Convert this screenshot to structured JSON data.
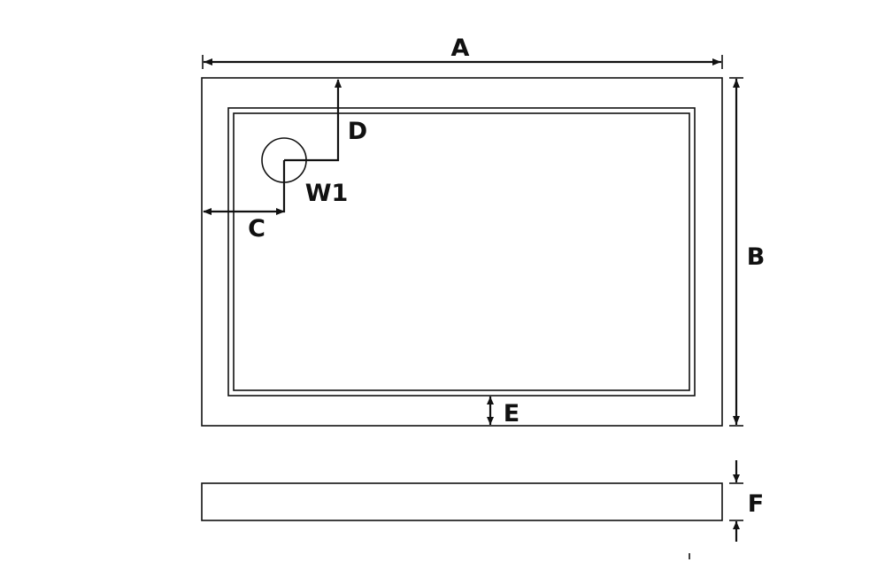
{
  "labels": {
    "a": "A",
    "b": "B",
    "c": "C",
    "d": "D",
    "e": "E",
    "f": "F",
    "w1": "W1"
  },
  "colors": {
    "line": "#111111",
    "background": "#ffffff"
  }
}
